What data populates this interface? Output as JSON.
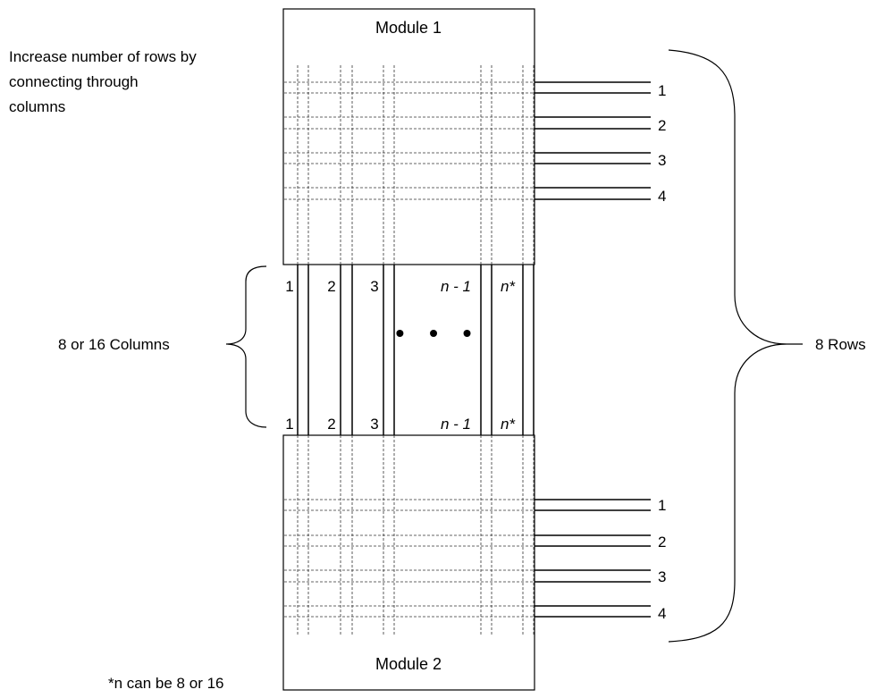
{
  "module1": {
    "title": "Module 1"
  },
  "module2": {
    "title": "Module 2"
  },
  "note_top": [
    "Increase number of rows by",
    "connecting through",
    "columns"
  ],
  "row_labels_module1": [
    "1",
    "2",
    "3",
    "4"
  ],
  "row_labels_module2": [
    "1",
    "2",
    "3",
    "4"
  ],
  "column_labels_top": [
    "1",
    "2",
    "3",
    "n - 1",
    "n*"
  ],
  "column_labels_bottom": [
    "1",
    "2",
    "3",
    "n - 1",
    "n*"
  ],
  "columns_brace_label": "8 or 16 Columns",
  "rows_brace_label": "8 Rows",
  "ellipsis": "• • •",
  "footnote": "*n can be 8 or 16"
}
